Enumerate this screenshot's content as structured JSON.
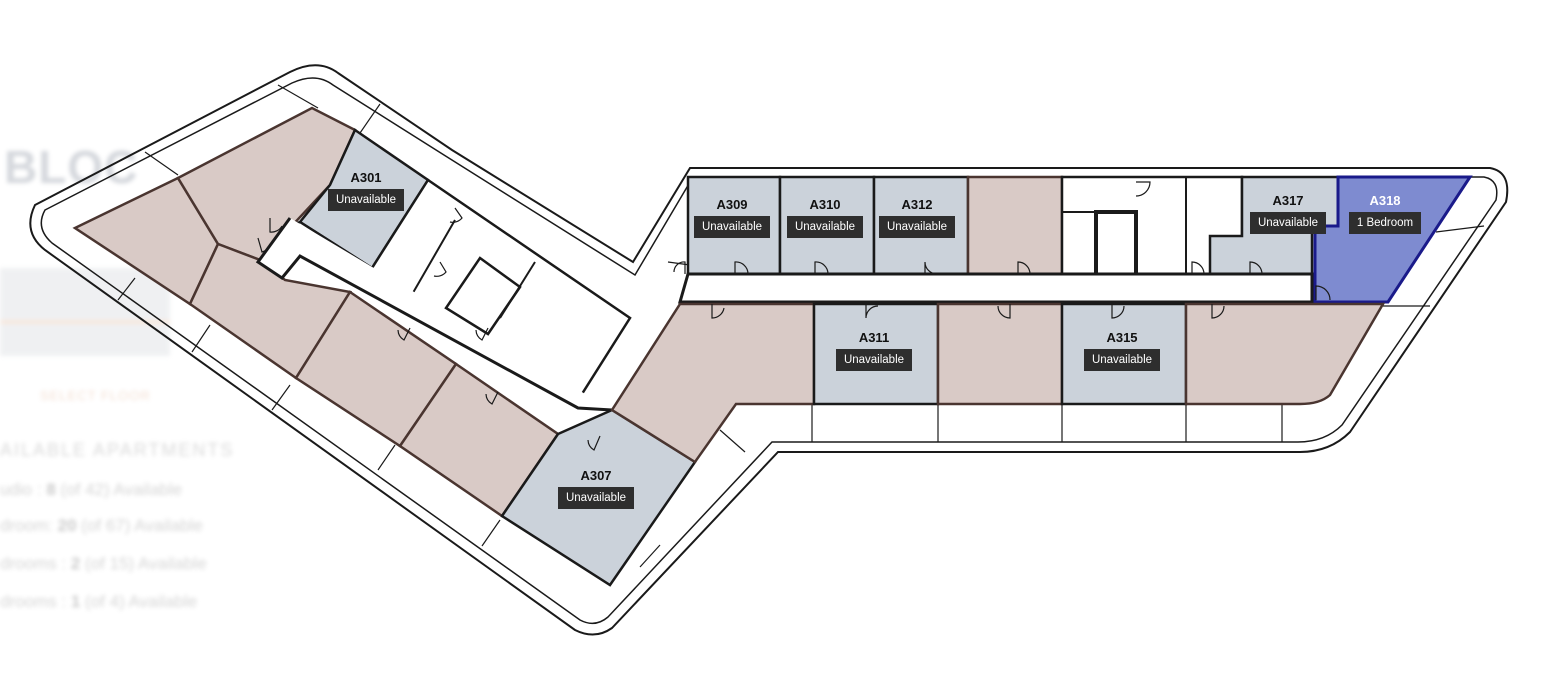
{
  "sidebar": {
    "block_title": "BLOC",
    "select_floor": "SELECT FLOOR",
    "available_heading": "AILABLE APARTMENTS",
    "availability": [
      {
        "type": "udio : ",
        "count": "8",
        "note": " (of 42) Available"
      },
      {
        "type": "droom: ",
        "count": "20",
        "note": " (of 67) Available"
      },
      {
        "type": "drooms : ",
        "count": "2",
        "note": " (of 15) Available"
      },
      {
        "type": "drooms : ",
        "count": "1",
        "note": " (of 4) Available"
      }
    ]
  },
  "units": [
    {
      "code": "A301",
      "status": "Unavailable"
    },
    {
      "code": "A309",
      "status": "Unavailable"
    },
    {
      "code": "A310",
      "status": "Unavailable"
    },
    {
      "code": "A312",
      "status": "Unavailable"
    },
    {
      "code": "A317",
      "status": "Unavailable"
    },
    {
      "code": "A318",
      "status": "1 Bedroom",
      "selected": true
    },
    {
      "code": "A311",
      "status": "Unavailable"
    },
    {
      "code": "A315",
      "status": "Unavailable"
    },
    {
      "code": "A307",
      "status": "Unavailable"
    }
  ],
  "colors": {
    "unavailable_fill": "#cbd2da",
    "available_fill": "#d9cac6",
    "selected_fill": "#7e8bd0",
    "label_bg": "#2e2e2e"
  }
}
